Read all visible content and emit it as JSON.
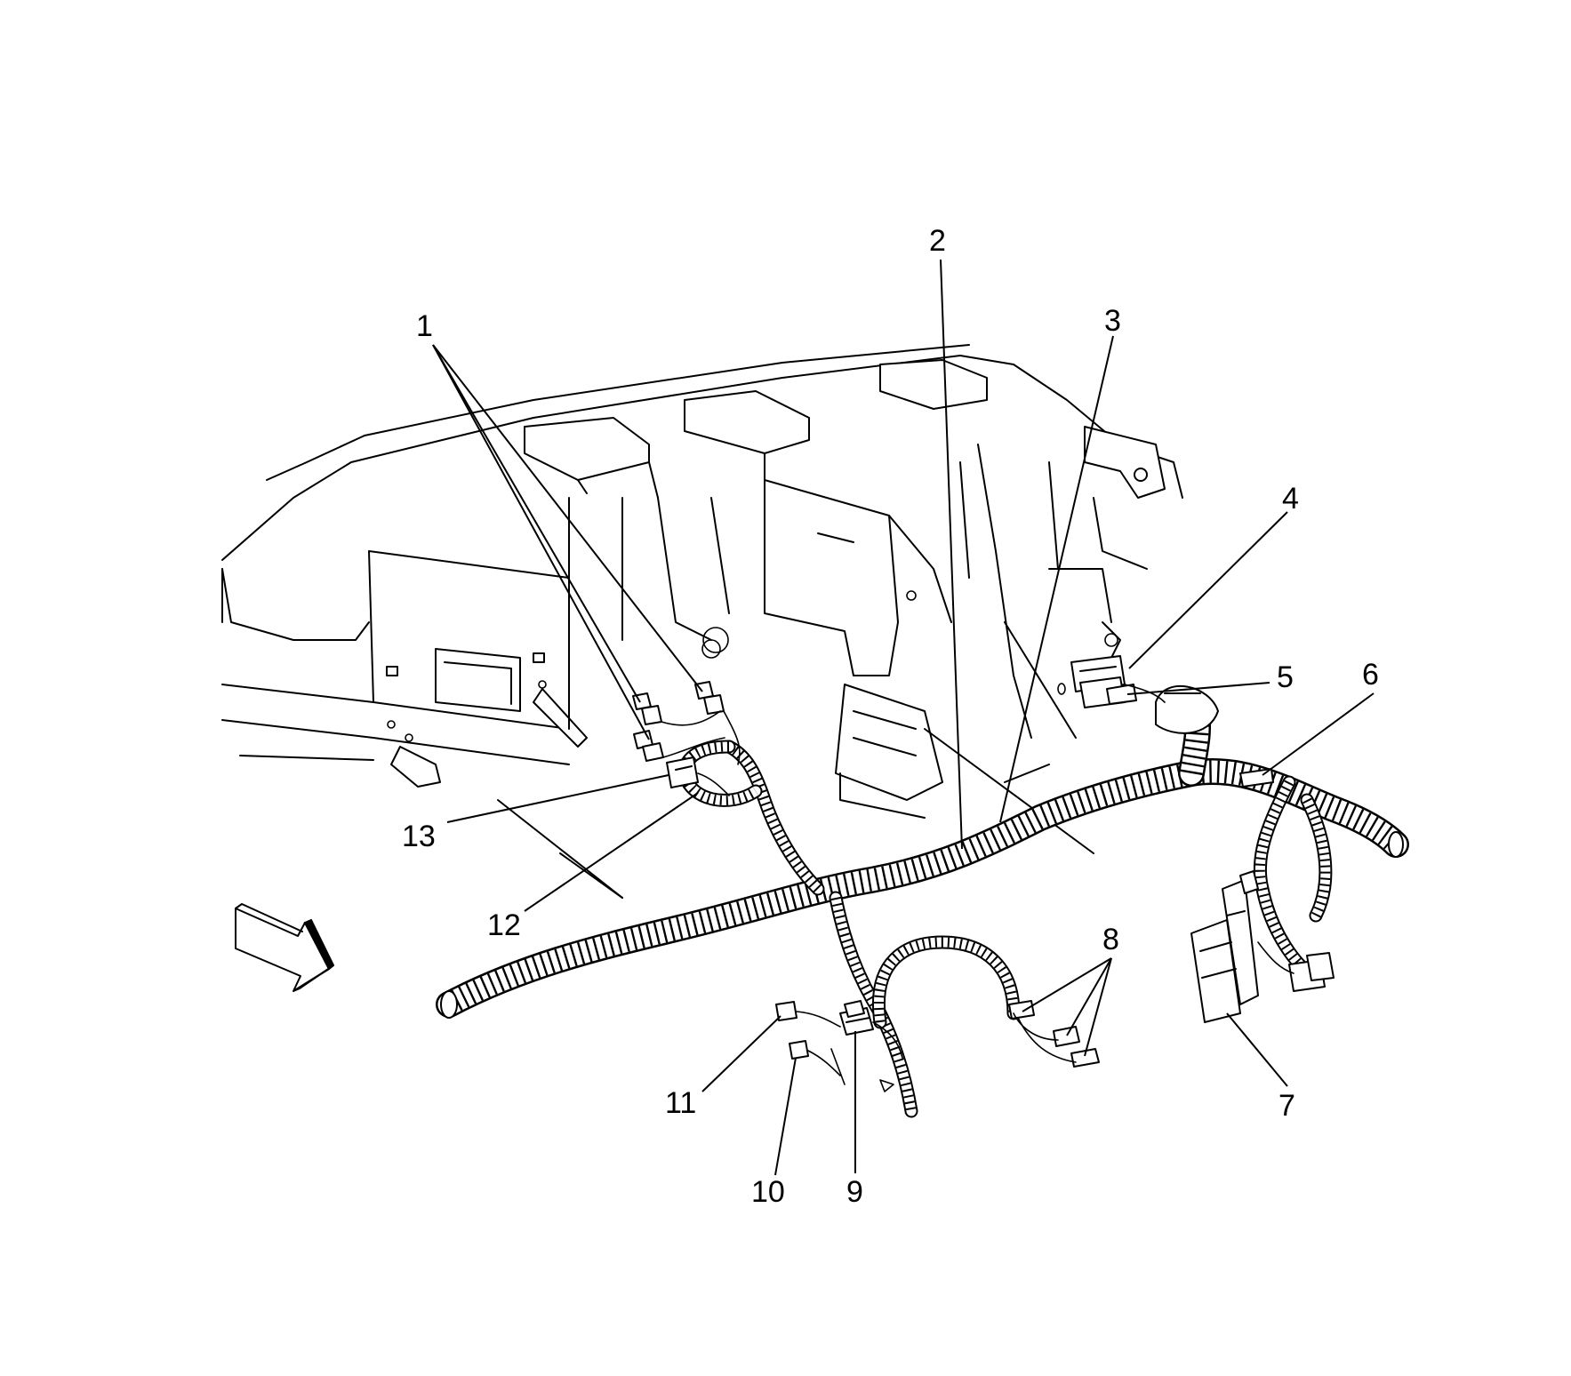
{
  "callouts": {
    "c1": "1",
    "c2": "2",
    "c3": "3",
    "c4": "4",
    "c5": "5",
    "c6": "6",
    "c7": "7",
    "c8": "8",
    "c9": "9",
    "c10": "10",
    "c11": "11",
    "c12": "12",
    "c13": "13"
  },
  "icons": {
    "view_arrow": "direction-arrow-icon"
  }
}
